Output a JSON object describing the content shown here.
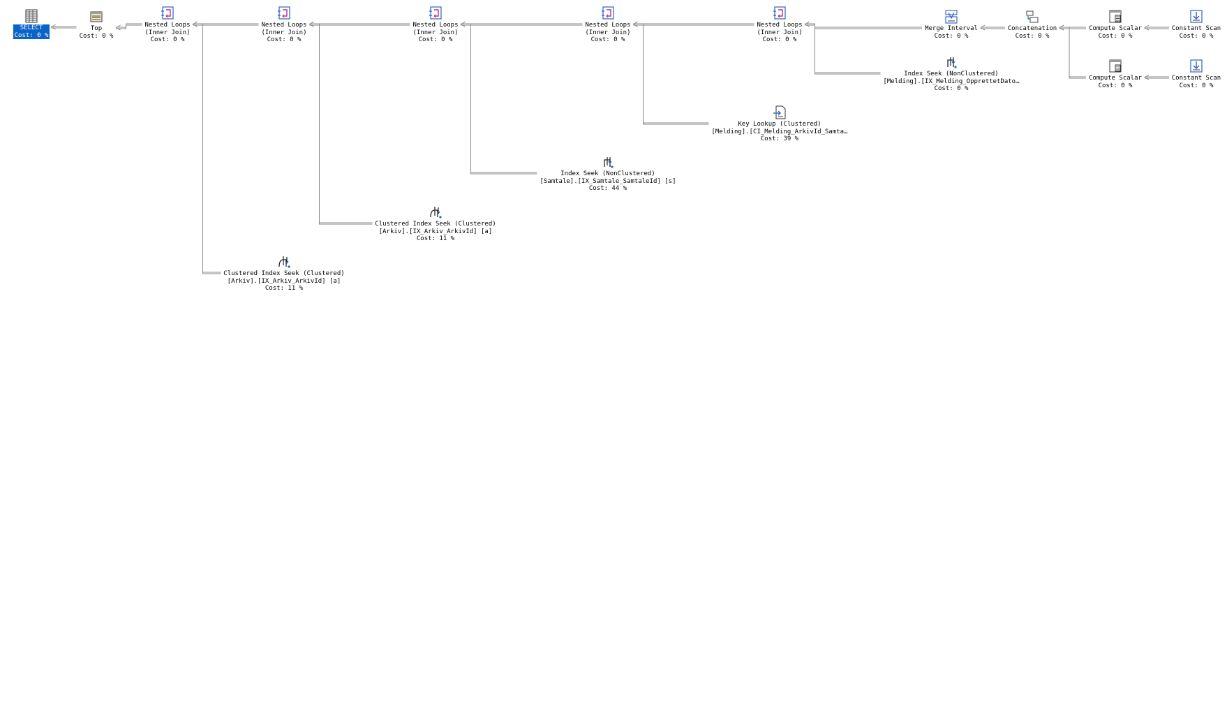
{
  "nodes": [
    {
      "id": "select",
      "icon": "select-result-icon",
      "lines": [
        "SELECT",
        "Cost: 0 %"
      ],
      "selected": true
    },
    {
      "id": "top",
      "icon": "top-icon",
      "lines": [
        "Top",
        "Cost: 0 %"
      ]
    },
    {
      "id": "nl1",
      "icon": "nested-loops-icon",
      "lines": [
        "Nested Loops",
        "(Inner Join)",
        "Cost: 0 %"
      ]
    },
    {
      "id": "nl2",
      "icon": "nested-loops-icon",
      "lines": [
        "Nested Loops",
        "(Inner Join)",
        "Cost: 0 %"
      ]
    },
    {
      "id": "nl3",
      "icon": "nested-loops-icon",
      "lines": [
        "Nested Loops",
        "(Inner Join)",
        "Cost: 0 %"
      ]
    },
    {
      "id": "nl4",
      "icon": "nested-loops-icon",
      "lines": [
        "Nested Loops",
        "(Inner Join)",
        "Cost: 0 %"
      ]
    },
    {
      "id": "nl5",
      "icon": "nested-loops-icon",
      "lines": [
        "Nested Loops",
        "(Inner Join)",
        "Cost: 0 %"
      ]
    },
    {
      "id": "merge",
      "icon": "merge-interval-icon",
      "lines": [
        "Merge Interval",
        "Cost: 0 %"
      ]
    },
    {
      "id": "concat",
      "icon": "concatenation-icon",
      "lines": [
        "Concatenation",
        "Cost: 0 %"
      ]
    },
    {
      "id": "cs1",
      "icon": "compute-scalar-icon",
      "lines": [
        "Compute Scalar",
        "Cost: 0 %"
      ]
    },
    {
      "id": "cscan1",
      "icon": "constant-scan-icon",
      "lines": [
        "Constant Scan",
        "Cost: 0 %"
      ]
    },
    {
      "id": "cs2",
      "icon": "compute-scalar-icon",
      "lines": [
        "Compute Scalar",
        "Cost: 0 %"
      ]
    },
    {
      "id": "cscan2",
      "icon": "constant-scan-icon",
      "lines": [
        "Constant Scan",
        "Cost: 0 %"
      ]
    },
    {
      "id": "seek-melding",
      "icon": "index-seek-icon",
      "lines": [
        "Index Seek (NonClustered)",
        "[Melding].[IX_Melding_OpprettetDato…",
        "Cost: 0 %"
      ]
    },
    {
      "id": "keylookup",
      "icon": "key-lookup-icon",
      "lines": [
        "Key Lookup (Clustered)",
        "[Melding].[CI_Melding_ArkivId_Samta…",
        "Cost: 39 %"
      ]
    },
    {
      "id": "seek-samtale",
      "icon": "index-seek-icon",
      "lines": [
        "Index Seek (NonClustered)",
        "[Samtale].[IX_Samtale_SamtaleId] [s]",
        "Cost: 44 %"
      ]
    },
    {
      "id": "cis-arkiv1",
      "icon": "clustered-index-seek-icon",
      "lines": [
        "Clustered Index Seek (Clustered)",
        "[Arkiv].[IX_Arkiv_ArkivId] [a]",
        "Cost: 11 %"
      ]
    },
    {
      "id": "cis-arkiv2",
      "icon": "clustered-index-seek-icon",
      "lines": [
        "Clustered Index Seek (Clustered)",
        "[Arkiv].[IX_Arkiv_ArkivId] [a]",
        "Cost: 11 %"
      ]
    }
  ],
  "edges": [
    [
      "select",
      "top"
    ],
    [
      "top",
      "nl1"
    ],
    [
      "nl1",
      "nl2"
    ],
    [
      "nl1",
      "cis-arkiv2"
    ],
    [
      "nl2",
      "nl3"
    ],
    [
      "nl2",
      "cis-arkiv1"
    ],
    [
      "nl3",
      "nl4"
    ],
    [
      "nl3",
      "seek-samtale"
    ],
    [
      "nl4",
      "nl5"
    ],
    [
      "nl4",
      "keylookup"
    ],
    [
      "nl5",
      "merge"
    ],
    [
      "nl5",
      "seek-melding"
    ],
    [
      "merge",
      "concat"
    ],
    [
      "concat",
      "cs1"
    ],
    [
      "concat",
      "cs2"
    ],
    [
      "cs1",
      "cscan1"
    ],
    [
      "cs2",
      "cscan2"
    ]
  ],
  "colors": {
    "selection": "#0a64c8",
    "edge": "#8a8a8a",
    "icon_blue": "#2b62c4",
    "icon_pink": "#c02d8f"
  }
}
